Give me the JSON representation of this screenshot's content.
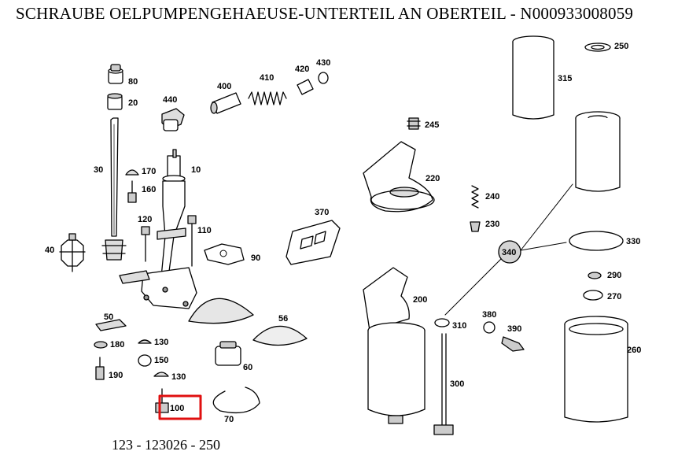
{
  "header": {
    "title": "SCHRAUBE OELPUMPENGEHAEUSE-UNTERTEIL AN OBERTEIL - N000933008059"
  },
  "diagram": {
    "labels": [
      "80",
      "20",
      "30",
      "440",
      "400",
      "410",
      "420",
      "430",
      "315",
      "250",
      "245",
      "220",
      "40",
      "170",
      "160",
      "10",
      "120",
      "110",
      "90",
      "370",
      "240",
      "230",
      "340",
      "330",
      "290",
      "270",
      "50",
      "180",
      "130",
      "150",
      "190",
      "130",
      "100",
      "60",
      "56",
      "70",
      "200",
      "380",
      "390",
      "310",
      "300",
      "260"
    ],
    "highlighted_part": "100",
    "highlight_color": "#e01010"
  },
  "footer": {
    "document_number": "123 - 123026 - 250"
  }
}
